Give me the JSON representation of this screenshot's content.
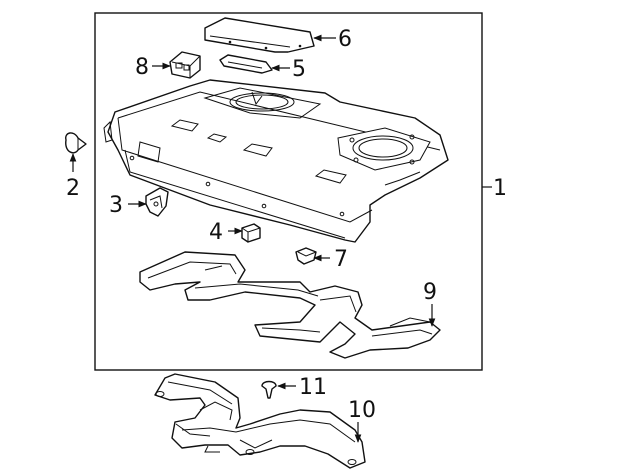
{
  "diagram": {
    "callouts": {
      "c1": "1",
      "c2": "2",
      "c3": "3",
      "c4": "4",
      "c5": "5",
      "c6": "6",
      "c7": "7",
      "c8": "8",
      "c9": "9",
      "c10": "10",
      "c11": "11"
    }
  }
}
